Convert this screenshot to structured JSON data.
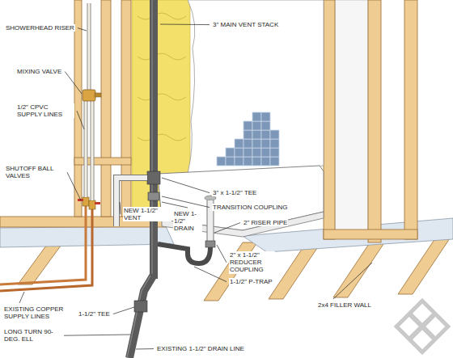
{
  "diagram": {
    "labels": [
      "SHOWERHEAD RISER",
      "3\" MAIN VENT STACK",
      "MIXING VALVE",
      "1/2\" CPVC SUPPLY LINES",
      "SHUTOFF BALL VALVES",
      "3\" x 1-1/2\" TEE",
      "TRANSITION COUPLING",
      "NEW 1-1/2\" VENT",
      "NEW 1-1/2\" DRAIN",
      "2\" RISER PIPE",
      "2\" x 1-1/2\" REDUCER COUPLING",
      "1-1/2\" P-TRAP",
      "EXISTING COPPER SUPPLY LINES",
      "LONG TURN 90-DEG. ELL",
      "1-1/2\" TEE",
      "EXISTING 1-1/2\" DRAIN LINE",
      "2x4 FILLER WALL"
    ]
  }
}
